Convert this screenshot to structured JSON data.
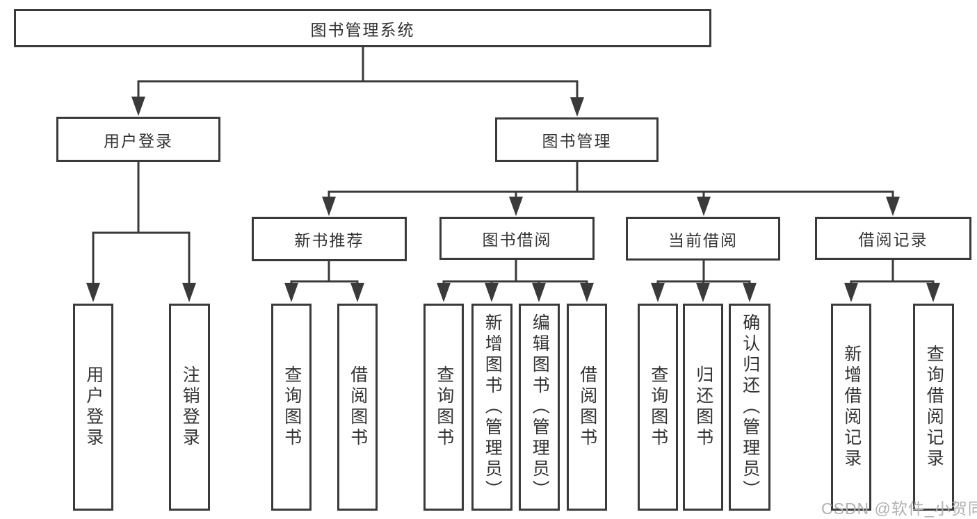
{
  "diagram": {
    "root": {
      "label": "图书管理系统"
    },
    "user_login": {
      "label": "用户登录",
      "children": [
        {
          "label": "用户登录"
        },
        {
          "label": "注销登录"
        }
      ]
    },
    "book_mgmt": {
      "label": "图书管理",
      "children": [
        {
          "label": "新书推荐",
          "children": [
            {
              "label": "查询图书"
            },
            {
              "label": "借阅图书"
            }
          ]
        },
        {
          "label": "图书借阅",
          "children": [
            {
              "label": "查询图书"
            },
            {
              "label": "新增图书（管理员）"
            },
            {
              "label": "编辑图书（管理员）"
            },
            {
              "label": "借阅图书"
            }
          ]
        },
        {
          "label": "当前借阅",
          "children": [
            {
              "label": "查询图书"
            },
            {
              "label": "归还图书"
            },
            {
              "label": "确认归还（管理员）"
            }
          ]
        },
        {
          "label": "借阅记录",
          "children": [
            {
              "label": "新增借阅记录"
            },
            {
              "label": "查询借阅记录"
            }
          ]
        }
      ]
    },
    "colors": {
      "line": "#3a3a3a",
      "text": "#333333",
      "watermark": "#b1b1b1"
    }
  },
  "watermark": {
    "text": "CSDN @软件_小贺同学"
  }
}
